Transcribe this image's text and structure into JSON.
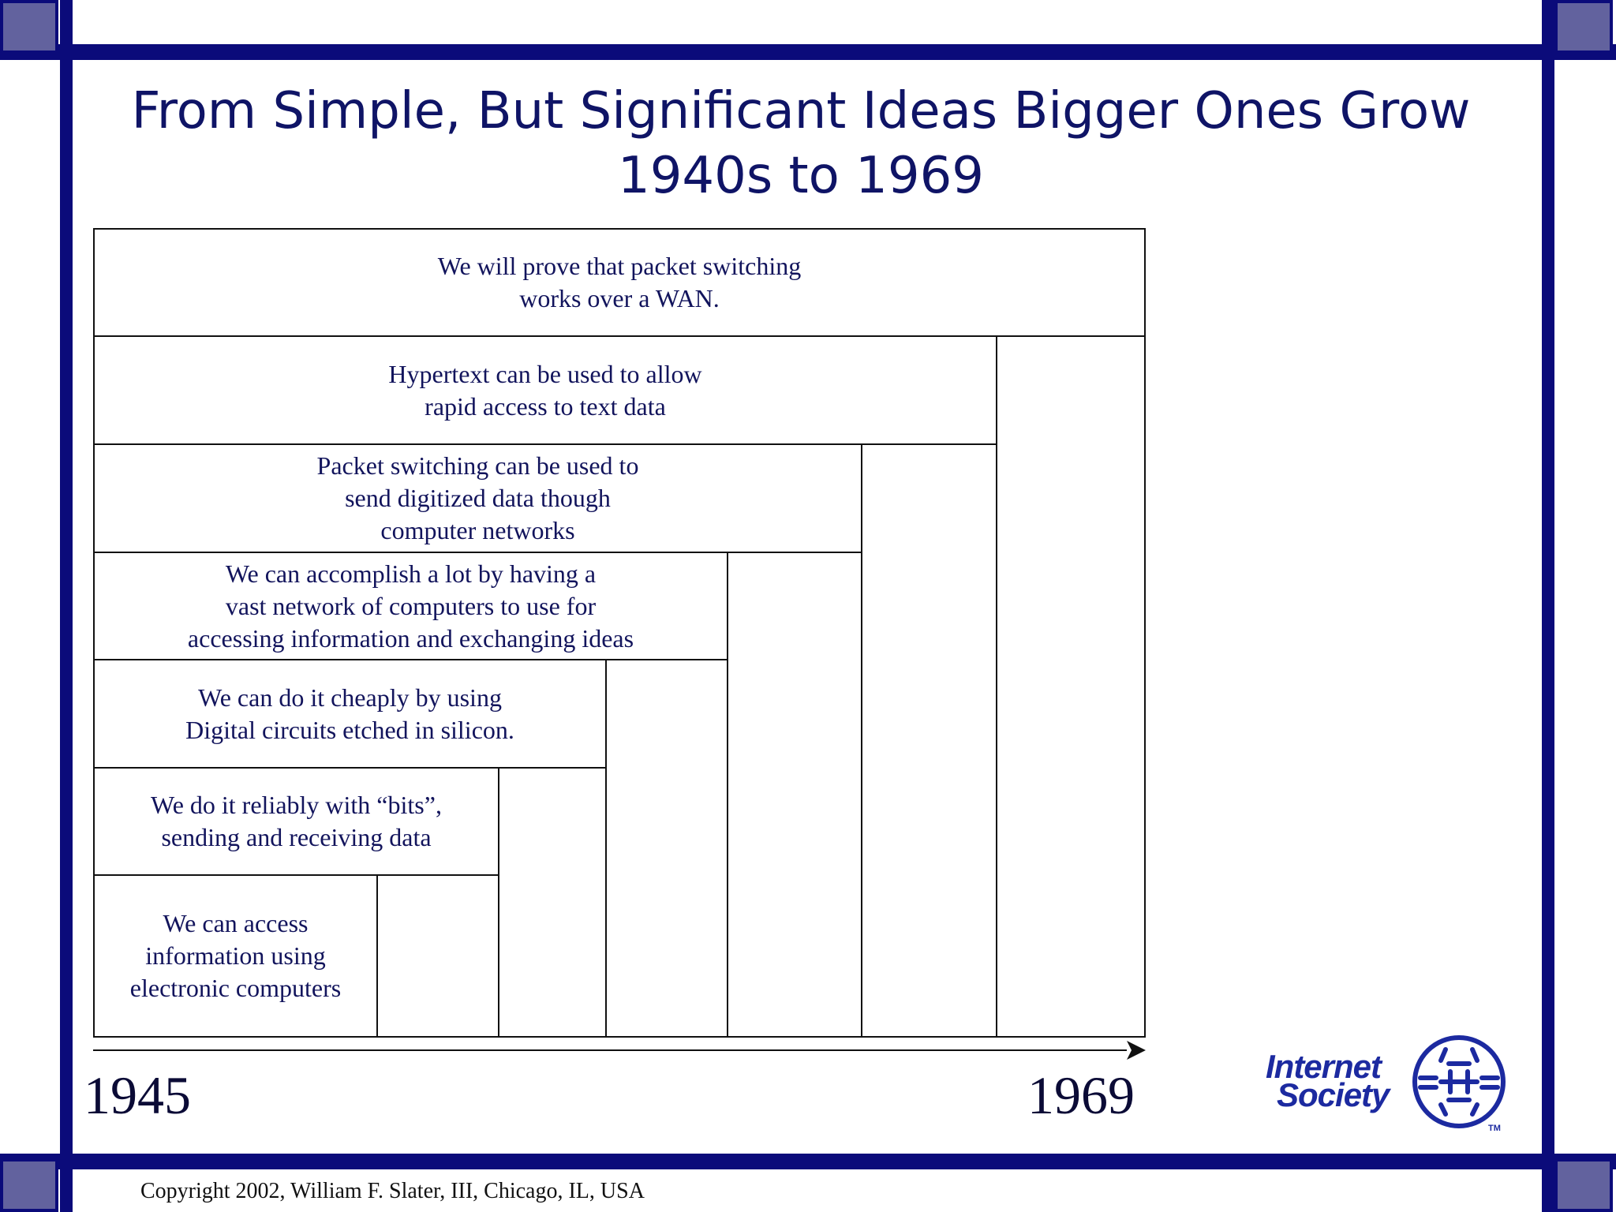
{
  "slide": {
    "title_line1": "From Simple, But Significant Ideas Bigger Ones Grow",
    "title_line2": "1940s to 1969"
  },
  "ideas": [
    "We can access\ninformation using\nelectronic computers",
    "We do it reliably with “bits”,\n sending and receiving data",
    "We can do it cheaply by using\nDigital circuits etched in silicon.",
    "We can accomplish a lot by having a\nvast network of computers to use for\naccessing information and exchanging ideas",
    "Packet switching can be used to\nsend digitized data though\ncomputer networks",
    "Hypertext can be used to allow\n rapid access to text data",
    "We will prove that packet switching\nworks over a WAN."
  ],
  "timeline": {
    "start_year": "1945",
    "end_year": "1969"
  },
  "logo": {
    "line1": "Internet",
    "line2": "Society",
    "tm": "TM"
  },
  "footer": {
    "copyright": "Copyright 2002, William F. Slater, III, Chicago, IL, USA"
  },
  "colors": {
    "frame": "#0b0b7a",
    "corner": "#62629e",
    "title": "#0f1466",
    "box_text": "#12145c",
    "logo": "#1c2aa0"
  }
}
